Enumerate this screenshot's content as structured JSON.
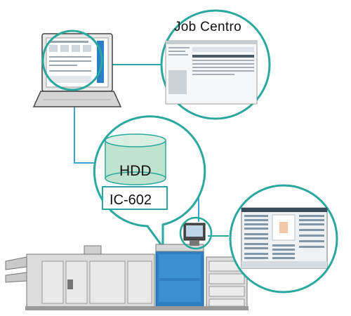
{
  "diagram": {
    "job_centro_title": "Job Centro",
    "hdd_label": "HDD",
    "controller_label": "IC-602"
  },
  "colors": {
    "accent_teal": "#2aa8a0",
    "connector_blue": "#3ea3d6",
    "hdd_green": "#bfe3cf",
    "printer_blue": "#2f7fc1",
    "machine_grey": "#d7d7d7"
  }
}
